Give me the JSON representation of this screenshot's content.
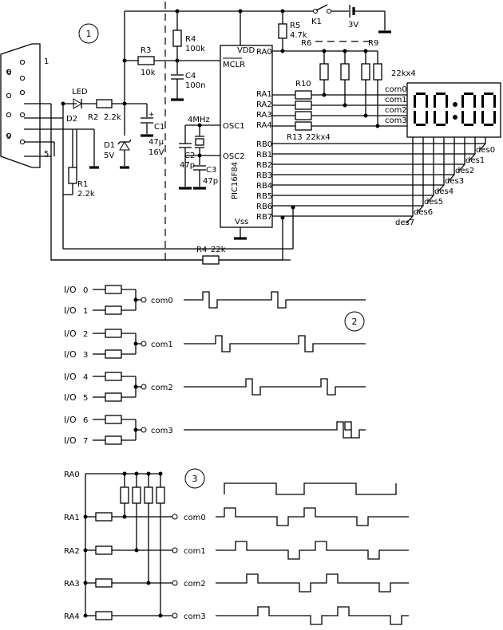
{
  "section_markers": [
    "1",
    "2",
    "3"
  ],
  "connector": {
    "pins": [
      "1",
      "6",
      "9",
      "5"
    ]
  },
  "components": {
    "led": "LED",
    "d2": "D2",
    "r2": "R2",
    "r2_val": "2.2k",
    "c1": "C1",
    "c1_val1": "47µ",
    "c1_val2": "16V",
    "d1": "D1",
    "d1_val": "5V",
    "r1": "R1",
    "r1_val": "2.2k",
    "r3": "R3",
    "r3_val": "10k",
    "r4top": "R4",
    "r4top_val": "100k",
    "c4": "C4",
    "c4_val": "100n",
    "xtal": "4MHz",
    "c2": "C2",
    "c2_val": "47p",
    "c3": "C3",
    "c3_val": "47p",
    "r5": "R5",
    "r5_val": "4.7k",
    "k1": "K1",
    "batt": "3V",
    "r6": "R6",
    "r9": "R9",
    "rnet_val": "22kx4",
    "r10": "R10",
    "r13": "R13",
    "r13_val": "22kx4",
    "r4bot": "R4",
    "r4bot_val": "22k"
  },
  "ic": {
    "name": "PIC16F84",
    "vdd": "VDD",
    "vss": "Vss",
    "mclr": "MCLR",
    "osc1": "OSC1",
    "osc2": "OSC2",
    "ra_pins": [
      "RA0",
      "RA1",
      "RA2",
      "RA3",
      "RA4"
    ],
    "rb_pins": [
      "RB0",
      "RB1",
      "RB2",
      "RB3",
      "RB4",
      "RB5",
      "RB6",
      "RB7"
    ]
  },
  "display": {
    "com_labels": [
      "com0",
      "com1",
      "com2",
      "com3"
    ],
    "des_labels": [
      "des0",
      "des1",
      "des2",
      "des3",
      "des4",
      "des5",
      "des6",
      "des7"
    ]
  },
  "section2": {
    "io_label": "I/O",
    "io_numbers": [
      "0",
      "1",
      "2",
      "3",
      "4",
      "5",
      "6",
      "7"
    ],
    "com_labels": [
      "com0",
      "com1",
      "com2",
      "com3"
    ]
  },
  "section3": {
    "ra_labels": [
      "RA0",
      "RA1",
      "RA2",
      "RA3",
      "RA4"
    ],
    "com_labels": [
      "com0",
      "com1",
      "com2",
      "com3"
    ]
  }
}
